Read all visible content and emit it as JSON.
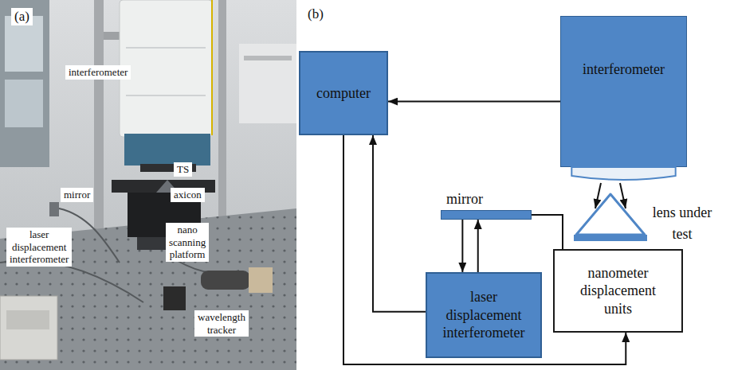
{
  "diagram": {
    "nodes": [
      {
        "text": [
          "computer"
        ]
      },
      {
        "text": [
          "interferometer"
        ]
      },
      {
        "text": [
          "mirror"
        ]
      },
      {
        "text": [
          "lens under test"
        ]
      },
      {
        "text": [
          "laser displacement interferometer"
        ]
      },
      {
        "text": [
          "nanometer displacement units"
        ]
      }
    ],
    "edges": [
      {
        "from": 1,
        "to": 0,
        "arrow": "to"
      },
      {
        "from": 4,
        "to": 0,
        "arrow": "to"
      },
      {
        "from": 0,
        "to": 5,
        "arrow": "to"
      },
      {
        "from": 1,
        "to": 3,
        "arrow": "to"
      },
      {
        "from": 2,
        "to": 4,
        "arrow": "to"
      },
      {
        "from": 4,
        "to": 2,
        "arrow": "to"
      },
      {
        "from": 2,
        "to": 5,
        "arrow": "none"
      }
    ],
    "labels": [
      "(a)",
      "interferometer",
      "TS",
      "mirror",
      "axicon",
      "laser displacement interferometer",
      "nano scanning platform",
      "wavelength tracker",
      "(b)"
    ]
  }
}
